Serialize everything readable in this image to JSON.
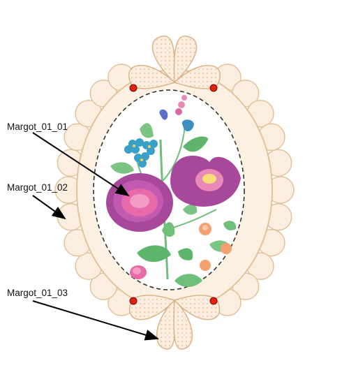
{
  "labels": [
    {
      "id": "Margot_01_01",
      "text": "Margot_01_01"
    },
    {
      "id": "Margot_01_02",
      "text": "Margot_01_02"
    },
    {
      "id": "Margot_01_03",
      "text": "Margot_01_03"
    }
  ],
  "colors": {
    "lace_fill": "#fbeee0",
    "lace_stroke": "#e2c29c",
    "cutline": "#333333",
    "marker": "#e02010",
    "rose_purple": "#a8489a",
    "rose_pink": "#e86aa8",
    "blue_flower": "#3aa0c8",
    "leaf_green": "#6fbf7a",
    "orange_bud": "#f2a070"
  },
  "icons": {
    "markers": "red-dot-icon",
    "arrows": "arrow-icon"
  }
}
